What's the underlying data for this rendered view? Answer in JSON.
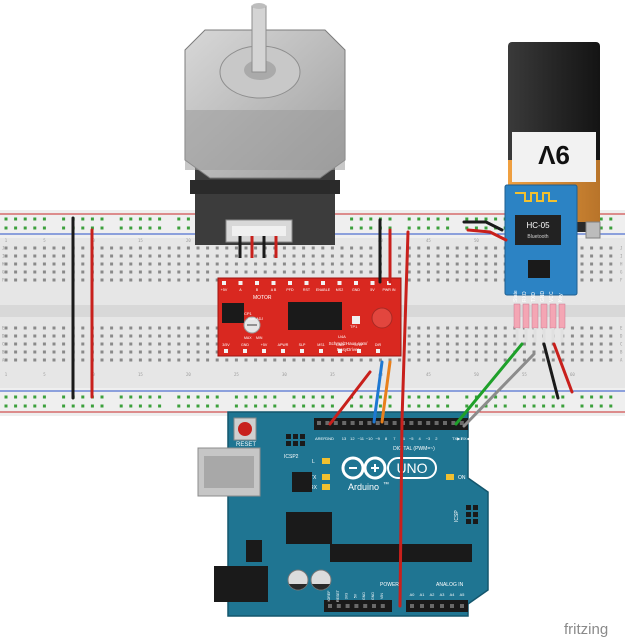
{
  "battery": {
    "label": "9V"
  },
  "bluetooth": {
    "model": "HC-05",
    "brand": "Bluetooth",
    "pins": [
      "State",
      "RXD",
      "TXD",
      "GND",
      "VCC",
      "Key"
    ]
  },
  "driver": {
    "top_labels": [
      "+5V",
      "A",
      "B",
      "A B",
      "PFD",
      "RST",
      "ENABLE",
      "MS2",
      "GND",
      "5V",
      "PWR IN"
    ],
    "motor_label": "MOTOR",
    "small_labels": [
      "CP1",
      "CUR ADJ",
      "MAX",
      "MIN",
      "U4A",
      "TP1"
    ],
    "site_label": "SchmalzHaus.com/",
    "product_label": "EasyDriver",
    "bottom_labels": [
      "3/5V",
      "GND",
      "+5V",
      "APWR",
      "SLP",
      "MS1",
      "GND",
      "STEP",
      "DIR"
    ]
  },
  "breadboard": {
    "col_numbers": [
      "1",
      "5",
      "10",
      "15",
      "20",
      "25",
      "30",
      "35",
      "40",
      "45",
      "50",
      "55",
      "60"
    ],
    "row_letters_top": [
      "J",
      "I",
      "H",
      "G",
      "F"
    ],
    "row_letters_bottom": [
      "E",
      "D",
      "C",
      "B",
      "A"
    ]
  },
  "arduino": {
    "reset_label": "RESET",
    "icsp2_label": "ICSP2",
    "l_label": "L",
    "tx_label": "TX",
    "rx_label": "RX",
    "on_label": "ON",
    "brand_label": "Arduino",
    "trademark": "™",
    "uno_label": "UNO",
    "icsp_label": "ICSP",
    "digital_label": "DIGITAL (PWM=~)",
    "txd_label": "TX▶1",
    "rxd_label": "RX◀0",
    "aref_label": "AREF",
    "gnd_label": "GND",
    "header_top": [
      "13",
      "12",
      "~11",
      "~10",
      "~9",
      "8",
      "7",
      "~6",
      "~5",
      "4",
      "~3",
      "2"
    ],
    "power_label": "POWER",
    "power_pins": [
      "IOREF",
      "RESET",
      "3V3",
      "5V",
      "GND",
      "GND",
      "VIN"
    ],
    "analog_label": "ANALOG IN",
    "analog_pins": [
      "A0",
      "A1",
      "A2",
      "A3",
      "A4",
      "A5"
    ]
  },
  "fritzing_label": "fritzing",
  "colors": {
    "wire_black": "#1a1a1a",
    "wire_red": "#c8201c",
    "wire_orange": "#e8801c",
    "wire_blue": "#1e78d2",
    "wire_green": "#1ea02a",
    "wire_gray": "#8c8c8c",
    "arduino_blue": "#1f7592",
    "driver_red": "#d92820",
    "bt_blue": "#2c83c4",
    "breadboard": "#e8e8e8"
  }
}
